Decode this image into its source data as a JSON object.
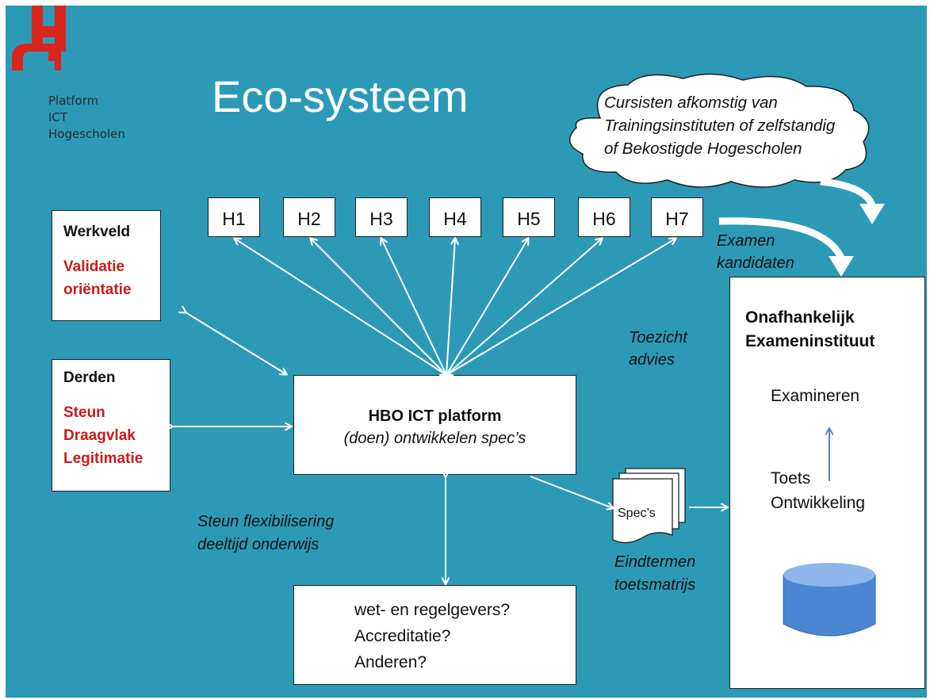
{
  "logo": {
    "lines": "Platform\nICT\nHogescholen",
    "color": "#d9261c"
  },
  "title": "Eco-systeem",
  "cloud": {
    "lines": [
      "Cursisten afkomstig van",
      "Trainingsinstituten of zelfstandig",
      "of Bekostigde Hogescholen"
    ]
  },
  "hboxes": [
    "H1",
    "H2",
    "H3",
    "H4",
    "H5",
    "H6",
    "H7"
  ],
  "werkveld": {
    "heading": "Werkveld",
    "lines": [
      "Validatie",
      "oriëntatie"
    ]
  },
  "derden": {
    "heading": "Derden",
    "lines": [
      "Steun",
      "Draagvlak",
      "Legitimatie"
    ]
  },
  "platform": {
    "title": "HBO ICT platform",
    "subtitle": "(doen) ontwikkelen spec’s"
  },
  "toezicht": [
    "Toezicht",
    "advies"
  ],
  "examen_kandidaten": [
    "Examen",
    "kandidaten"
  ],
  "steun_flex": [
    "Steun flexibilisering",
    "deeltijd onderwijs"
  ],
  "wet": [
    "wet- en regelgevers?",
    "Accreditatie?",
    "Anderen?"
  ],
  "spec_doc": "Spec’s",
  "eindtermen": [
    "Eindtermen",
    "toetsmatrijs"
  ],
  "institute": {
    "title_lines": [
      "Onafhankelijk",
      "Exameninstituut"
    ],
    "examineren": "Examineren",
    "toets": [
      "Toets",
      "Ontwikkeling"
    ]
  },
  "colors": {
    "background": "#2c9ab7",
    "red_text": "#cc1a1a",
    "arrow": "#ffffff",
    "blue_arrow": "#5b82c3",
    "database": "#4a86d4"
  }
}
